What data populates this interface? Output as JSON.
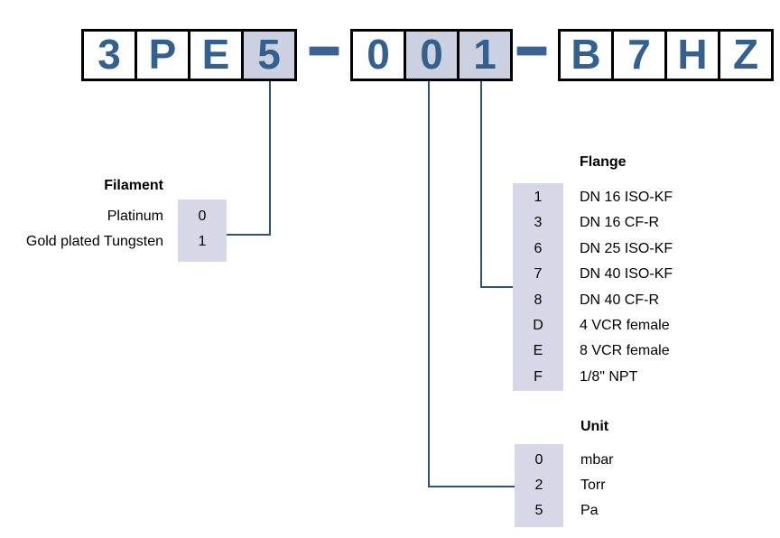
{
  "part_number": {
    "full_code": "3PE5-001-B7HZ",
    "separator": "-",
    "groups": [
      {
        "chars": [
          {
            "char": "3",
            "highlighted": false
          },
          {
            "char": "P",
            "highlighted": false
          },
          {
            "char": "E",
            "highlighted": false
          },
          {
            "char": "5",
            "highlighted": true
          }
        ]
      },
      {
        "chars": [
          {
            "char": "0",
            "highlighted": false
          },
          {
            "char": "0",
            "highlighted": true
          },
          {
            "char": "1",
            "highlighted": true
          }
        ]
      },
      {
        "chars": [
          {
            "char": "B",
            "highlighted": false
          },
          {
            "char": "7",
            "highlighted": false
          },
          {
            "char": "H",
            "highlighted": false
          },
          {
            "char": "Z",
            "highlighted": false
          }
        ]
      }
    ]
  },
  "legends": {
    "filament": {
      "title": "Filament",
      "rows": [
        {
          "label": "Platinum",
          "value": "0"
        },
        {
          "label": "Gold plated Tungsten",
          "value": "1"
        }
      ]
    },
    "flange": {
      "title": "Flange",
      "rows": [
        {
          "value": "1",
          "label": "DN 16 ISO-KF"
        },
        {
          "value": "3",
          "label": "DN 16 CF-R"
        },
        {
          "value": "6",
          "label": "DN 25 ISO-KF"
        },
        {
          "value": "7",
          "label": "DN 40 ISO-KF"
        },
        {
          "value": "8",
          "label": "DN 40 CF-R"
        },
        {
          "value": "D",
          "label": "4 VCR female"
        },
        {
          "value": "E",
          "label": "8 VCR female"
        },
        {
          "value": "F",
          "label": "1/8\" NPT"
        }
      ]
    },
    "unit": {
      "title": "Unit",
      "rows": [
        {
          "value": "0",
          "label": "mbar"
        },
        {
          "value": "2",
          "label": "Torr"
        },
        {
          "value": "5",
          "label": "Pa"
        }
      ]
    }
  },
  "colors": {
    "char_blue": "#33608e",
    "dash_blue": "#3d6292",
    "connector_navy": "#2d5280",
    "highlight_lavender": "#ccd1e2",
    "column_lavender": "#d6d8e7",
    "box_border": "#000000",
    "text": "#000000"
  }
}
